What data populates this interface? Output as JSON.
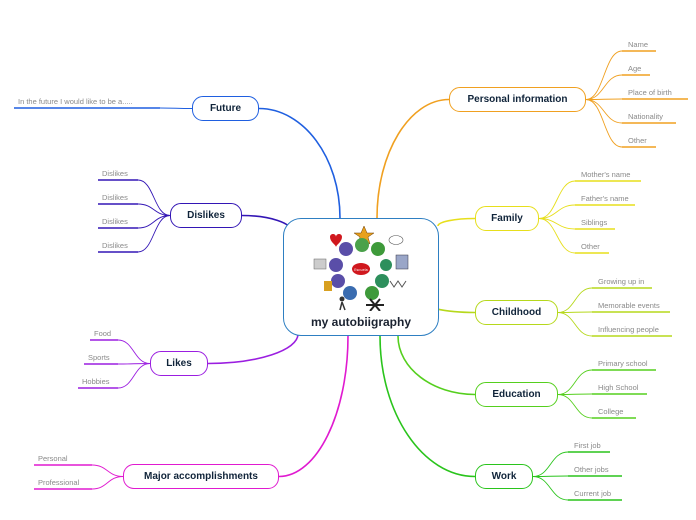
{
  "center": {
    "title": "my autobiigraphy",
    "inner_label": "Escuela"
  },
  "branches": [
    {
      "id": "personal",
      "label": "Personal information",
      "color": "#f0a020",
      "leaves": [
        "Name",
        "Age",
        "Place of birth",
        "Nationality",
        "Other"
      ]
    },
    {
      "id": "family",
      "label": "Family",
      "color": "#e7df1c",
      "leaves": [
        "Mother's name",
        "Father's name",
        "Siblings",
        "Other"
      ]
    },
    {
      "id": "childhood",
      "label": "Childhood",
      "color": "#b6d81c",
      "leaves": [
        "Growing up in",
        "Memorable events",
        "Influencing people"
      ]
    },
    {
      "id": "education",
      "label": "Education",
      "color": "#55cf1e",
      "leaves": [
        "Primary school",
        "High School",
        "College"
      ]
    },
    {
      "id": "work",
      "label": "Work",
      "color": "#2ac41c",
      "leaves": [
        "First job",
        "Other jobs",
        "Current job"
      ]
    },
    {
      "id": "future",
      "label": "Future",
      "color": "#1f5fe0",
      "leaves": [
        "In the future I would like to be a....."
      ]
    },
    {
      "id": "dislikes",
      "label": "Dislikes",
      "color": "#3316b5",
      "leaves": [
        "Dislikes",
        "Dislikes",
        "Dislikes",
        "Dislikes"
      ]
    },
    {
      "id": "likes",
      "label": "Likes",
      "color": "#9b1ee0",
      "leaves": [
        "Food",
        "Sports",
        "Hobbies"
      ]
    },
    {
      "id": "accomplishments",
      "label": "Major accomplishments",
      "color": "#e01ad0",
      "leaves": [
        "Personal",
        "Professional"
      ]
    }
  ]
}
